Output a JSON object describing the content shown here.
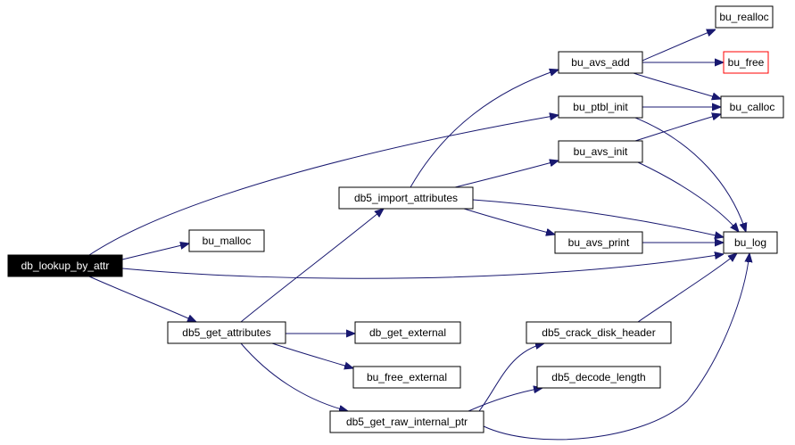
{
  "diagram": {
    "nodes": [
      {
        "id": "db_lookup_by_attr",
        "label": "db_lookup_by_attr",
        "style": "root"
      },
      {
        "id": "bu_malloc",
        "label": "bu_malloc",
        "style": "normal"
      },
      {
        "id": "db5_import_attributes",
        "label": "db5_import_attributes",
        "style": "normal"
      },
      {
        "id": "db5_get_attributes",
        "label": "db5_get_attributes",
        "style": "normal"
      },
      {
        "id": "bu_avs_add",
        "label": "bu_avs_add",
        "style": "normal"
      },
      {
        "id": "bu_ptbl_init",
        "label": "bu_ptbl_init",
        "style": "normal"
      },
      {
        "id": "bu_avs_init",
        "label": "bu_avs_init",
        "style": "normal"
      },
      {
        "id": "bu_avs_print",
        "label": "bu_avs_print",
        "style": "normal"
      },
      {
        "id": "bu_realloc",
        "label": "bu_realloc",
        "style": "normal"
      },
      {
        "id": "bu_free",
        "label": "bu_free",
        "style": "external"
      },
      {
        "id": "bu_calloc",
        "label": "bu_calloc",
        "style": "normal"
      },
      {
        "id": "bu_log",
        "label": "bu_log",
        "style": "normal"
      },
      {
        "id": "db_get_external",
        "label": "db_get_external",
        "style": "normal"
      },
      {
        "id": "bu_free_external",
        "label": "bu_free_external",
        "style": "normal"
      },
      {
        "id": "db5_get_raw_internal_ptr",
        "label": "db5_get_raw_internal_ptr",
        "style": "normal"
      },
      {
        "id": "db5_crack_disk_header",
        "label": "db5_crack_disk_header",
        "style": "normal"
      },
      {
        "id": "db5_decode_length",
        "label": "db5_decode_length",
        "style": "normal"
      }
    ],
    "edges": [
      {
        "from": "db_lookup_by_attr",
        "to": "bu_ptbl_init"
      },
      {
        "from": "db_lookup_by_attr",
        "to": "bu_malloc"
      },
      {
        "from": "db_lookup_by_attr",
        "to": "bu_log"
      },
      {
        "from": "db_lookup_by_attr",
        "to": "db5_get_attributes"
      },
      {
        "from": "db5_get_attributes",
        "to": "db5_import_attributes"
      },
      {
        "from": "db5_get_attributes",
        "to": "db_get_external"
      },
      {
        "from": "db5_get_attributes",
        "to": "bu_free_external"
      },
      {
        "from": "db5_get_attributes",
        "to": "db5_get_raw_internal_ptr"
      },
      {
        "from": "db5_import_attributes",
        "to": "bu_avs_add"
      },
      {
        "from": "db5_import_attributes",
        "to": "bu_avs_init"
      },
      {
        "from": "db5_import_attributes",
        "to": "bu_log"
      },
      {
        "from": "db5_import_attributes",
        "to": "bu_avs_print"
      },
      {
        "from": "bu_avs_add",
        "to": "bu_realloc"
      },
      {
        "from": "bu_avs_add",
        "to": "bu_free"
      },
      {
        "from": "bu_avs_add",
        "to": "bu_calloc"
      },
      {
        "from": "bu_ptbl_init",
        "to": "bu_calloc"
      },
      {
        "from": "bu_ptbl_init",
        "to": "bu_log"
      },
      {
        "from": "bu_avs_init",
        "to": "bu_calloc"
      },
      {
        "from": "bu_avs_init",
        "to": "bu_log"
      },
      {
        "from": "bu_avs_print",
        "to": "bu_log"
      },
      {
        "from": "db5_get_raw_internal_ptr",
        "to": "db5_crack_disk_header"
      },
      {
        "from": "db5_get_raw_internal_ptr",
        "to": "db5_decode_length"
      },
      {
        "from": "db5_get_raw_internal_ptr",
        "to": "bu_log"
      },
      {
        "from": "db5_crack_disk_header",
        "to": "bu_log"
      }
    ],
    "colors": {
      "edge": "#191970",
      "node_border": "#000000",
      "external_border": "#ff0000",
      "root_fill": "#000000",
      "root_text": "#ffffff"
    }
  }
}
